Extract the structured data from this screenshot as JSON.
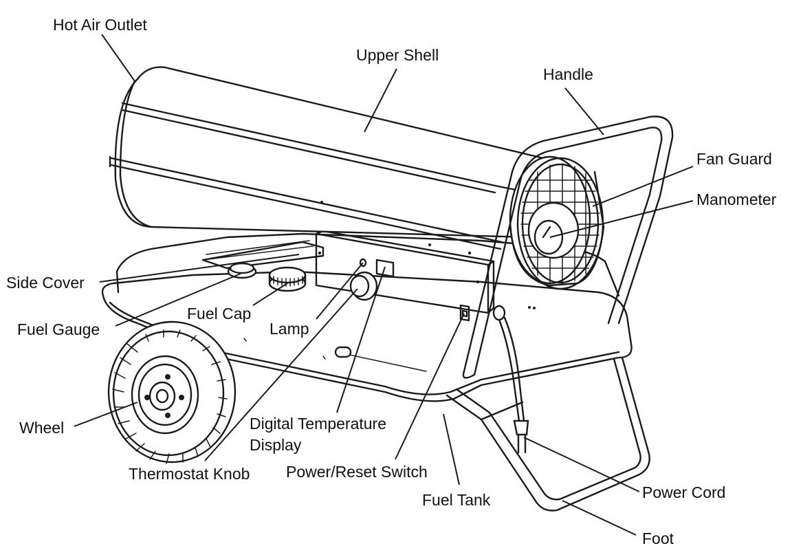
{
  "labels": {
    "hot_air_outlet": "Hot Air Outlet",
    "upper_shell": "Upper Shell",
    "handle": "Handle",
    "fan_guard": "Fan Guard",
    "manometer": "Manometer",
    "side_cover": "Side Cover",
    "fuel_cap": "Fuel Cap",
    "fuel_gauge": "Fuel Gauge",
    "lamp": "Lamp",
    "wheel": "Wheel",
    "digital_temperature_display_line1": "Digital Temperature",
    "digital_temperature_display_line2": "Display",
    "thermostat_knob": "Thermostat Knob",
    "power_reset_switch": "Power/Reset Switch",
    "fuel_tank": "Fuel Tank",
    "power_cord": "Power Cord",
    "foot": "Foot"
  },
  "colors": {
    "line": "#1a1a1a",
    "background": "#ffffff"
  }
}
